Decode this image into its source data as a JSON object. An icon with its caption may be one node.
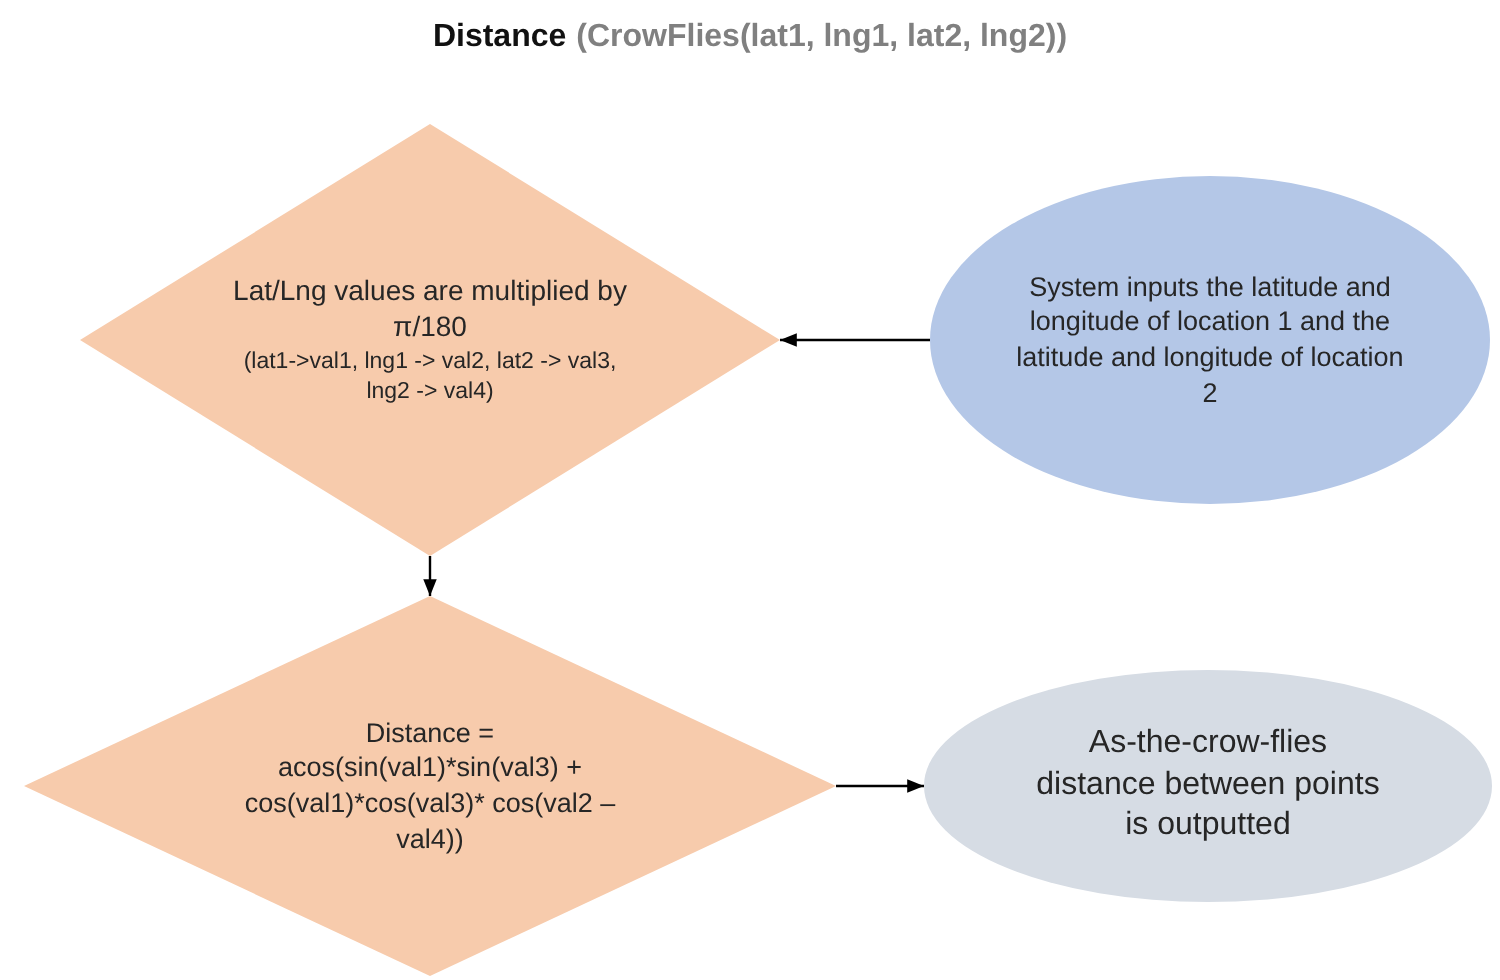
{
  "diagram": {
    "title": "Distance",
    "nodes": [
      {
        "text": [
          "Lat/Lng values are multiplied by π/180",
          "(lat1->val1, lng1 -> val2, lat2 -> val3, lng2 -> val4)"
        ]
      },
      {
        "text": [
          "System inputs the latitude and longitude of location 1 and the latitude and longitude of location 2"
        ]
      },
      {
        "text": [
          "Distance = acos(sin(val1)*sin(val3) + cos(val1)*cos(val3)* cos(val2 – val4))"
        ]
      },
      {
        "text": [
          "As-the-crow-flies distance between points is outputted"
        ]
      }
    ],
    "edges": [
      {
        "from": 1,
        "to": 0,
        "arrow": "to"
      },
      {
        "from": 0,
        "to": 2,
        "arrow": "to"
      },
      {
        "from": 2,
        "to": 3,
        "arrow": "to"
      }
    ],
    "labels": [
      "(CrowFlies(lat1, lng1, lat2, lng2))"
    ]
  }
}
